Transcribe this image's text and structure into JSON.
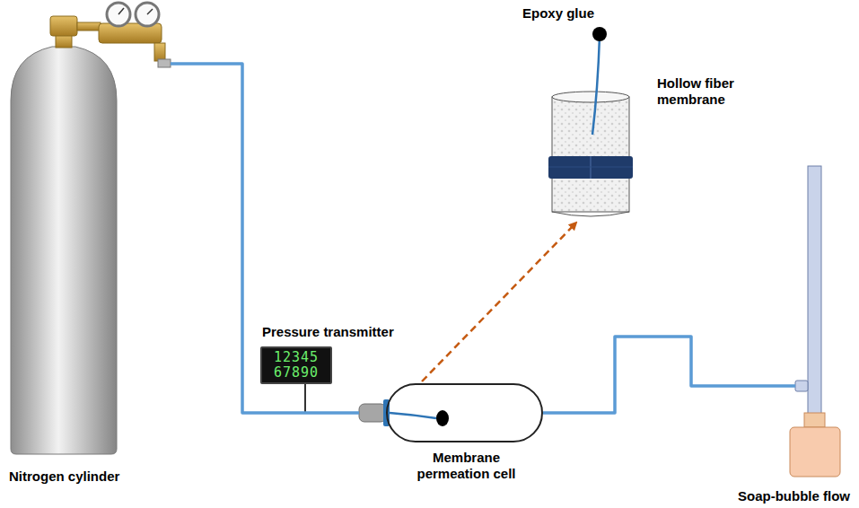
{
  "diagram": {
    "nodes": [
      {
        "text": [
          "Nitrogen cylinder"
        ]
      },
      {
        "text": [
          "Pressure transmitter",
          "12345",
          "67890"
        ]
      },
      {
        "text": [
          "Membrane permeation cell"
        ]
      },
      {
        "text": [
          "Hollow fiber membrane"
        ]
      },
      {
        "text": [
          "Soap-bubble flow"
        ]
      }
    ],
    "edges": [
      {
        "from": 0,
        "to": 2,
        "arrow": "none"
      },
      {
        "from": 2,
        "to": 3,
        "arrow": "to"
      },
      {
        "from": 2,
        "to": 4,
        "arrow": "none"
      }
    ],
    "labels": [
      "Epoxy glue"
    ]
  }
}
